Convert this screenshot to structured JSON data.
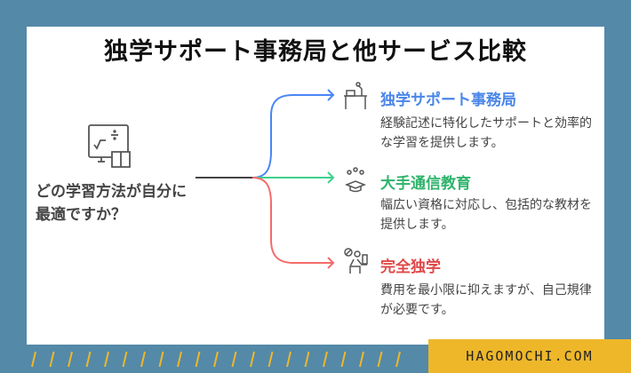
{
  "title": "独学サポート事務局と他サービス比較",
  "question": "どの学習方法が自分に最適ですか？",
  "options": [
    {
      "title": "独学サポート事務局",
      "desc": "経験記述に特化したサポートと効率的な学習を提供します。",
      "color": "#4a86e8"
    },
    {
      "title": "大手通信教育",
      "desc": "幅広い資格に対応し、包括的な教材を提供します。",
      "color": "#2fb36b"
    },
    {
      "title": "完全独学",
      "desc": "費用を最小限に抑えますが、自己規律が必要です。",
      "color": "#e04848"
    }
  ],
  "footer": "HAGOMOCHI.COM"
}
